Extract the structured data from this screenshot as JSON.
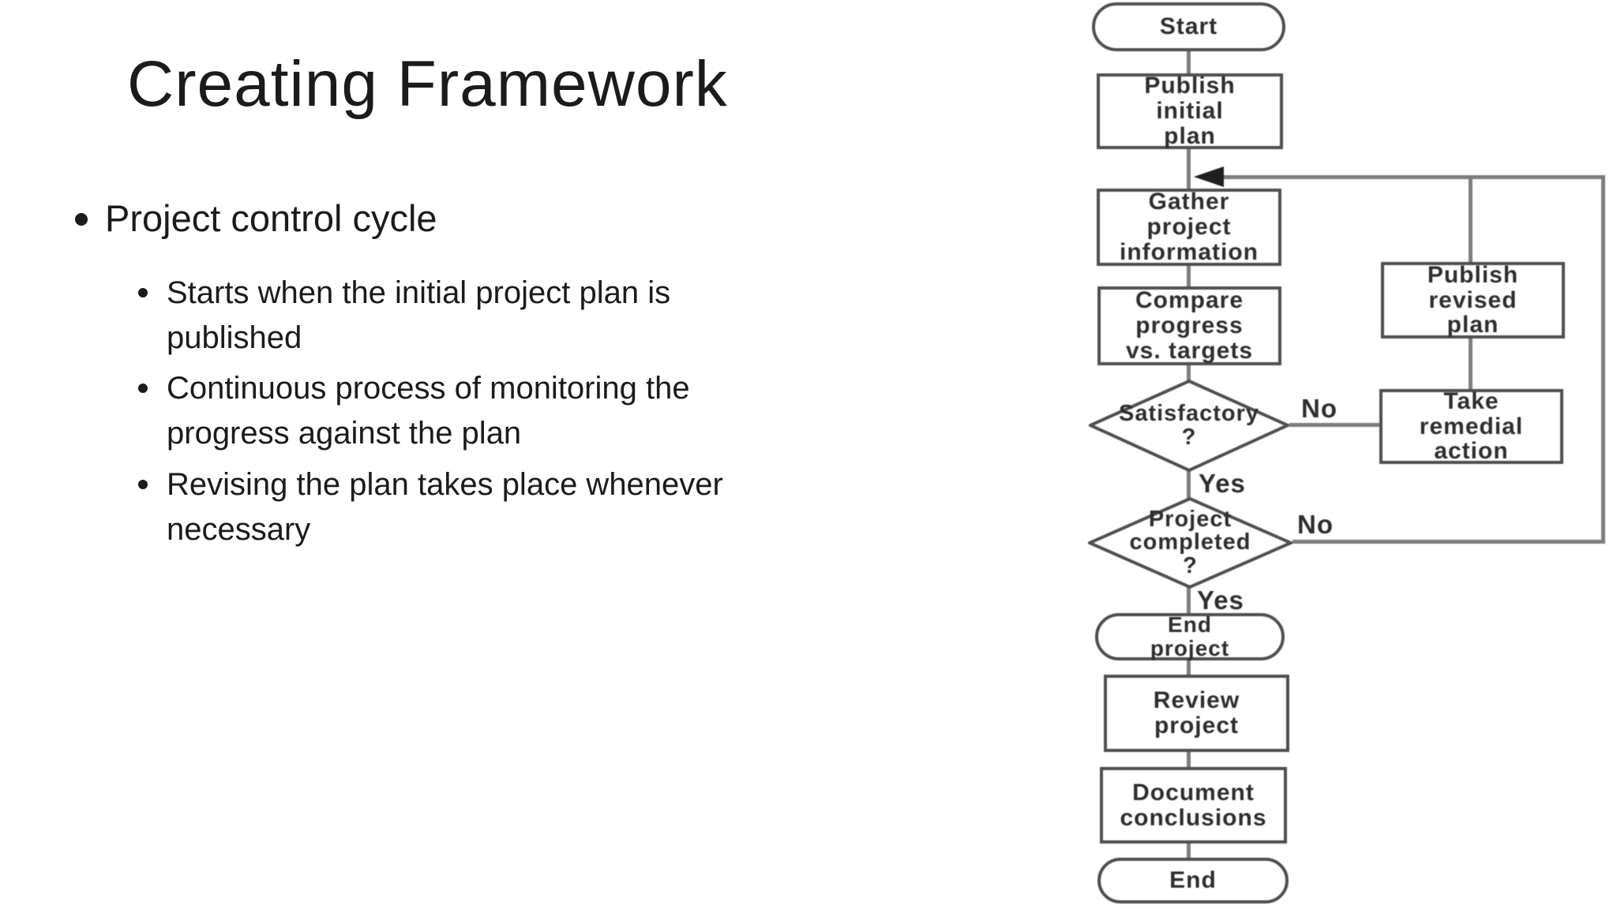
{
  "slide": {
    "title": "Creating Framework",
    "bullet": "Project control cycle",
    "sub_bullets": [
      "Starts when the initial project plan is\npublished",
      "Continuous process of monitoring the\nprogress against the plan",
      "Revising the plan takes place whenever\nnecessary"
    ]
  },
  "flowchart": {
    "nodes": {
      "start": "Start",
      "publish_initial_plan": "Publish\ninitial\nplan",
      "gather_project_information": "Gather\nproject\ninformation",
      "compare_progress": "Compare\nprogress\nvs. targets",
      "satisfactory": "Satisfactory\n?",
      "take_remedial_action": "Take\nremedial\naction",
      "publish_revised_plan": "Publish\nrevised\nplan",
      "project_completed": "Project\ncompleted\n?",
      "end_project": "End\nproject",
      "review_project": "Review\nproject",
      "document_conclusions": "Document\nconclusions",
      "end": "End"
    },
    "edge_labels": {
      "satisfactory_no": "No",
      "satisfactory_yes": "Yes",
      "project_completed_no": "No",
      "project_completed_yes": "Yes"
    },
    "colors": {
      "node_border": "#4f4f4f",
      "connector": "#7d7d7d",
      "arrowhead": "#1f1f1f",
      "text": "#2e2e2e",
      "slide_text": "#1b1b1b",
      "background": "#ffffff"
    }
  }
}
